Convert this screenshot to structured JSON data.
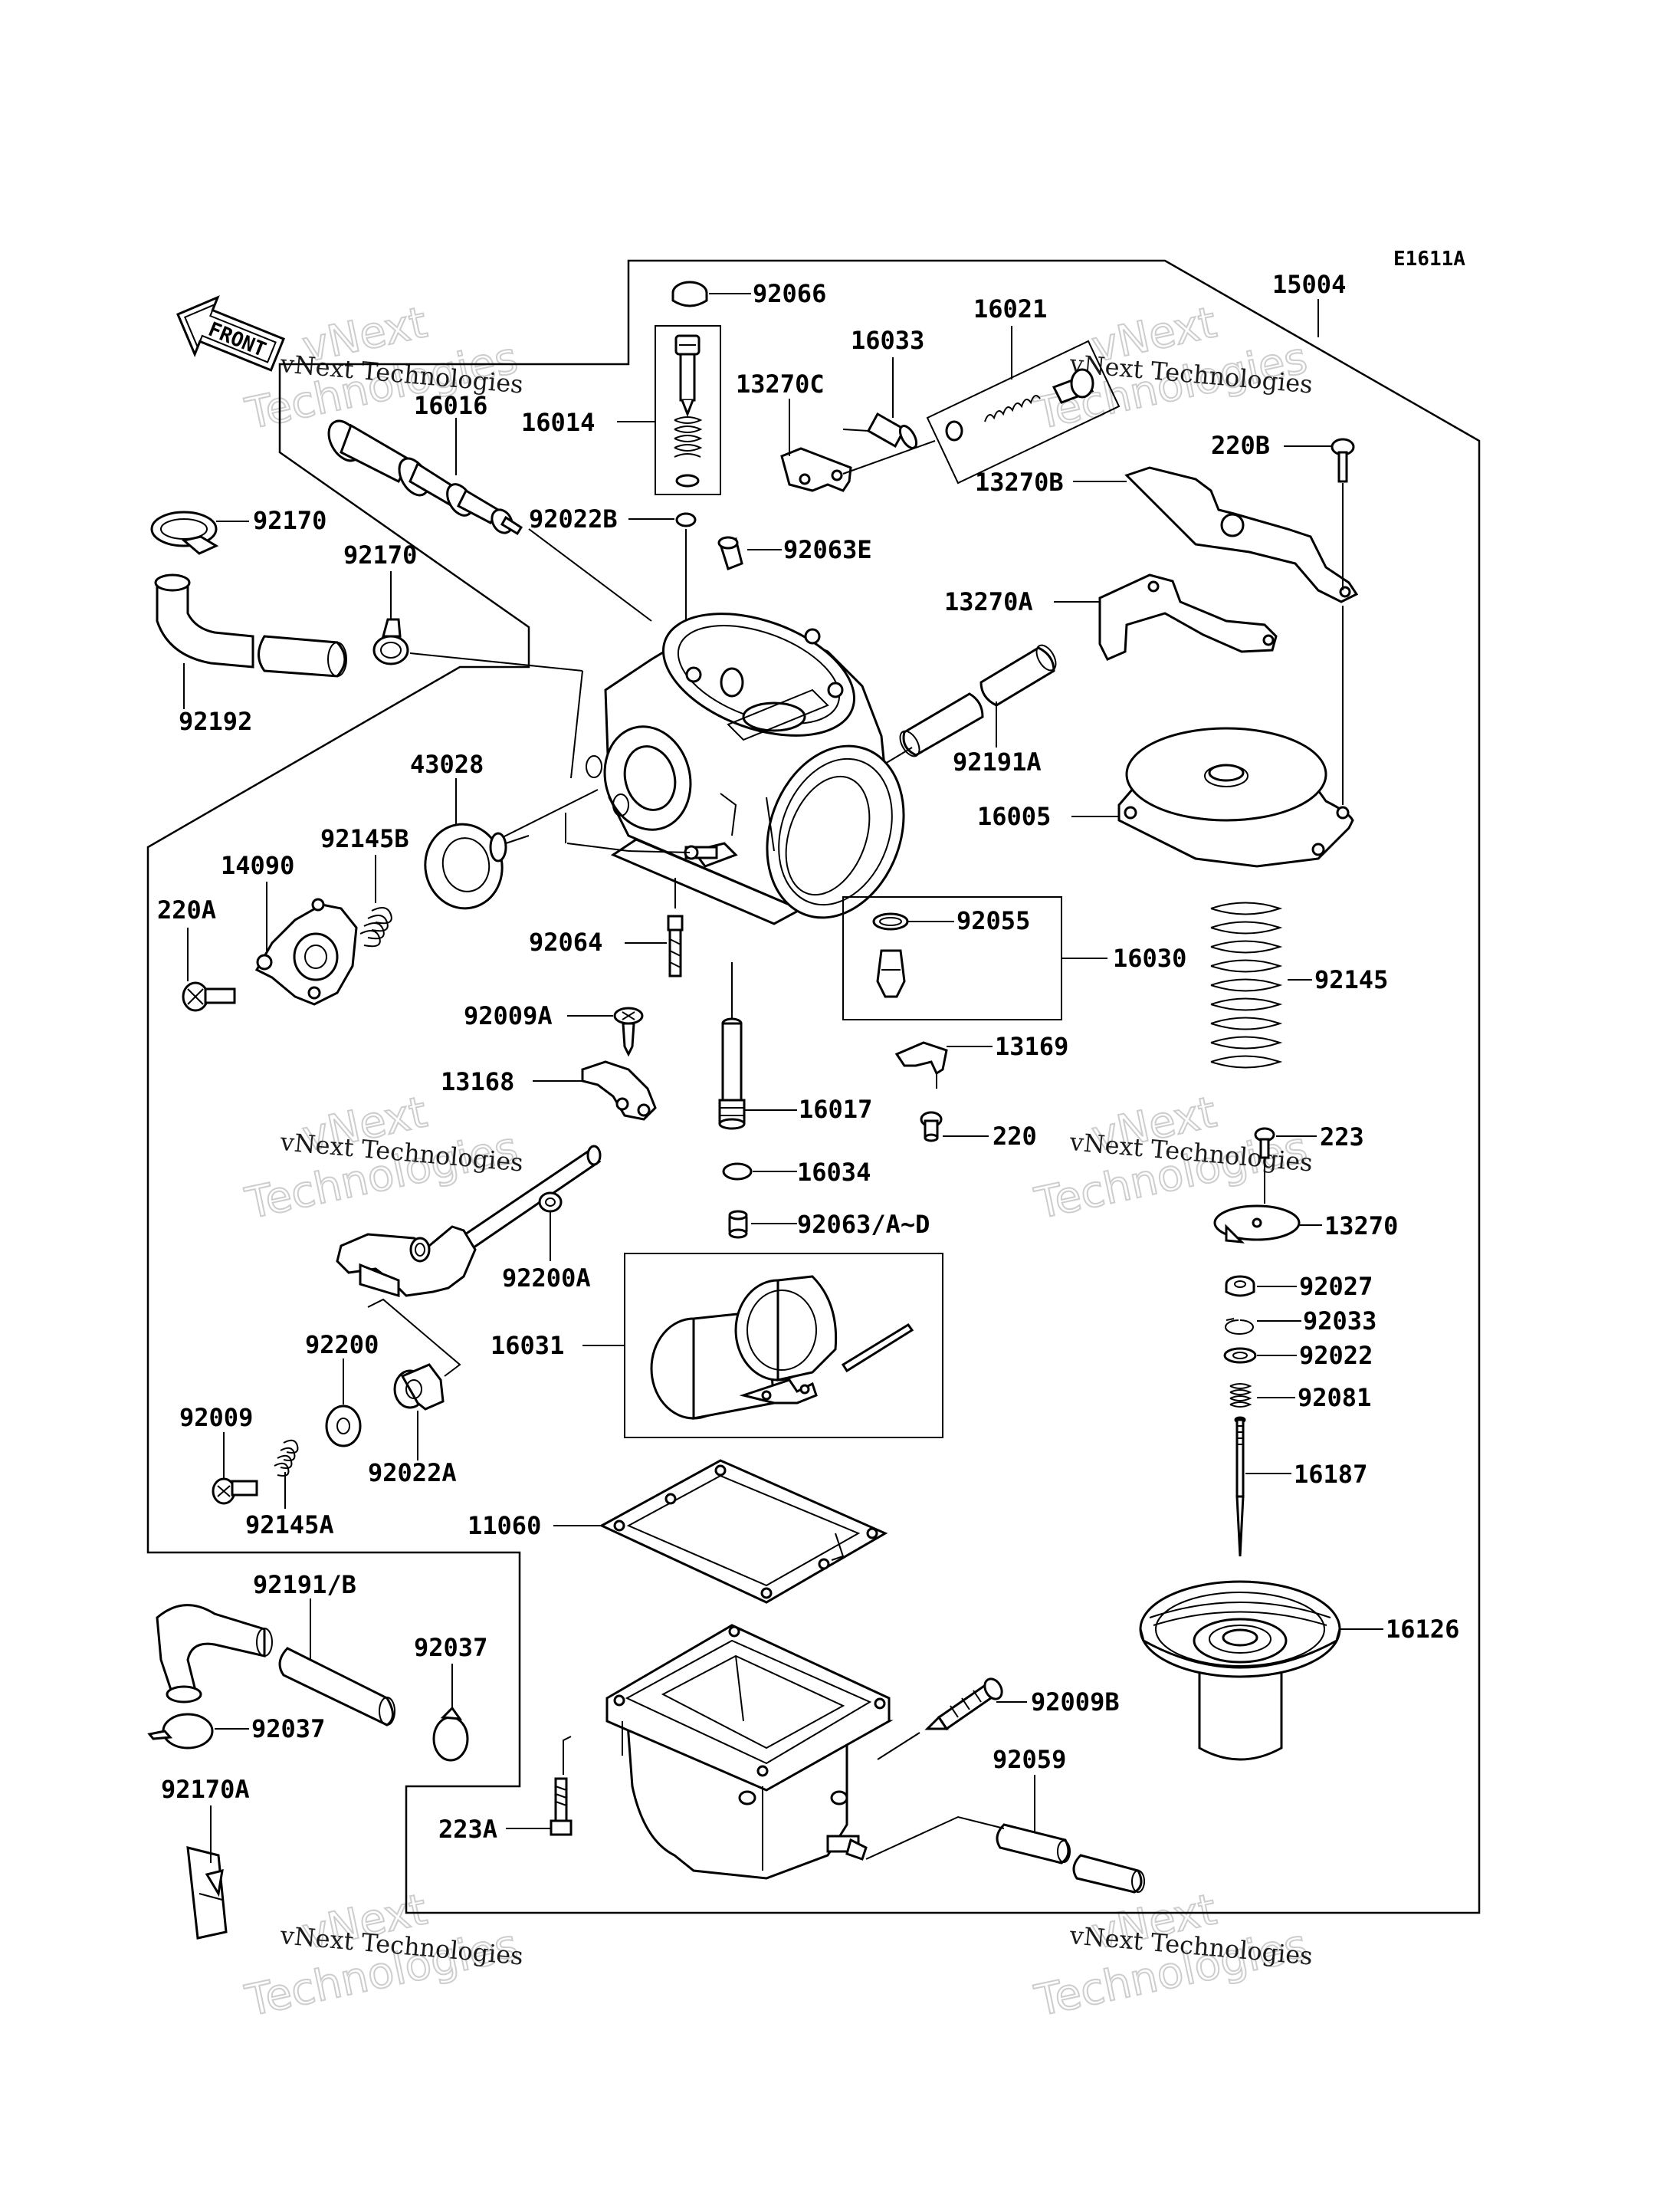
{
  "diagram_code": "E1611A",
  "front_arrow_label": "FRONT",
  "watermark": {
    "line1": "vNext Technologies",
    "line2a": "vNext",
    "line2b": "Technologies"
  },
  "labels": {
    "92066": "92066",
    "16021": "16021",
    "15004": "15004",
    "16033": "16033",
    "13270C": "13270C",
    "16016": "16016",
    "16014": "16014",
    "220B": "220B",
    "13270B": "13270B",
    "92170a": "92170",
    "92022B": "92022B",
    "92170b": "92170",
    "92063E": "92063E",
    "13270A": "13270A",
    "92192": "92192",
    "92191A": "92191A",
    "43028": "43028",
    "16005": "16005",
    "92145B": "92145B",
    "14090": "14090",
    "220A": "220A",
    "92055": "92055",
    "92064": "92064",
    "16030": "16030",
    "92145": "92145",
    "92009A": "92009A",
    "13169": "13169",
    "13168": "13168",
    "16017": "16017",
    "220": "220",
    "223": "223",
    "16034": "16034",
    "13270": "13270",
    "92063AD": "92063/A~D",
    "92200A": "92200A",
    "92027": "92027",
    "92033": "92033",
    "16031": "16031",
    "92022": "92022",
    "92200": "92200",
    "92081": "92081",
    "92009": "92009",
    "92022A": "92022A",
    "16187": "16187",
    "92145A": "92145A",
    "11060": "11060",
    "92191B": "92191/B",
    "16126": "16126",
    "92037a": "92037",
    "92037b": "92037",
    "92009B": "92009B",
    "92059": "92059",
    "92170A": "92170A",
    "223A": "223A"
  }
}
